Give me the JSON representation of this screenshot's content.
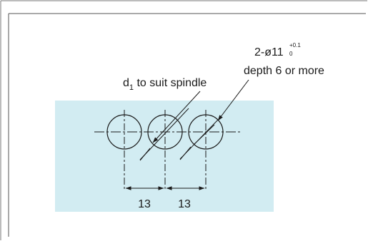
{
  "callouts": {
    "holes_qty_dia": "2-ø11",
    "tol_upper": "+0.1",
    "tol_lower": "0",
    "depth_note": "depth 6 or more",
    "center_hole_prefix": "d",
    "center_hole_subscript": "1",
    "center_hole_suffix": " to suit spindle"
  },
  "dimensions": [
    {
      "value": "13"
    },
    {
      "value": "13"
    }
  ],
  "colors": {
    "panel_fill": "#d2ecf2",
    "line": "#1a1a1a",
    "frame": "#7a7a7a"
  }
}
